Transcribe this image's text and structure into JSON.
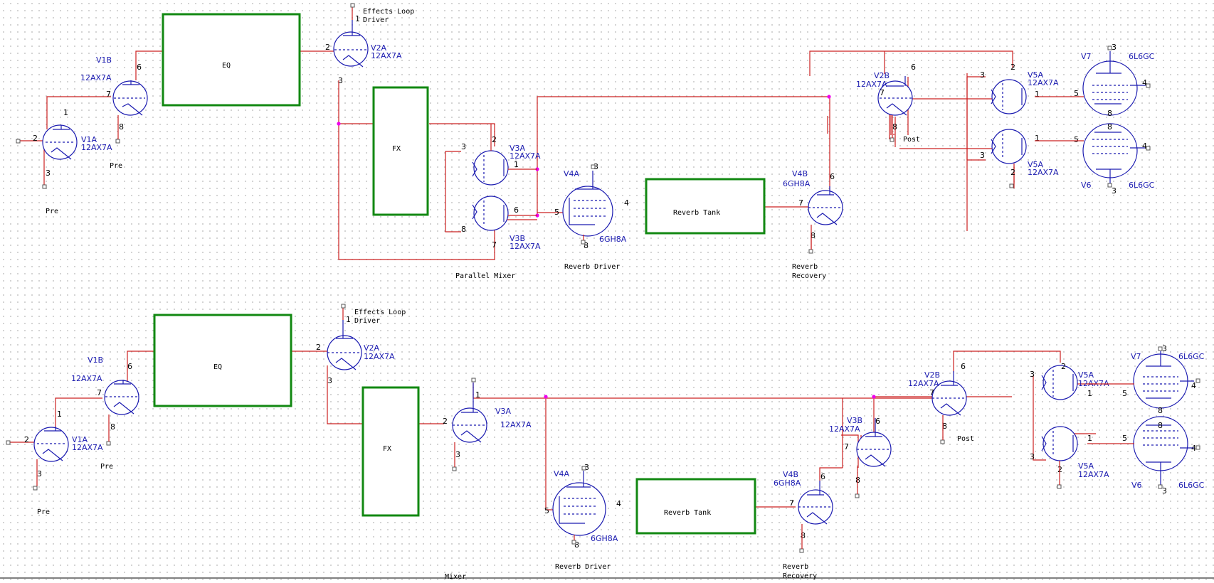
{
  "colors": {
    "wire": "#cc2020",
    "tube": "#1a1ab0",
    "block": "#128812",
    "node": "#ee00ee",
    "grid": "#c9c9c9"
  },
  "text": {
    "pre": "Pre",
    "post": "Post",
    "eq": "EQ",
    "fx": "FX",
    "reverb_tank": "Reverb Tank",
    "effects_loop": "Effects Loop",
    "driver": "Driver",
    "reverb_driver": "Reverb Driver",
    "reverb": "Reverb",
    "recovery": "Recovery",
    "parallel_mixer": "Parallel Mixer",
    "mixer": "Mixer",
    "v1a": "V1A",
    "v1b": "V1B",
    "v2a": "V2A",
    "v2b": "V2B",
    "v3a": "V3A",
    "v3b": "V3B",
    "v4a": "V4A",
    "v4b": "V4B",
    "v5a": "V5A",
    "v6": "V6",
    "v7": "V7",
    "t12ax7a": "12AX7A",
    "t6gh8a": "6GH8A",
    "t6l6gc": "6L6GC"
  },
  "pins": [
    "1",
    "2",
    "3",
    "4",
    "5",
    "6",
    "7",
    "8"
  ]
}
